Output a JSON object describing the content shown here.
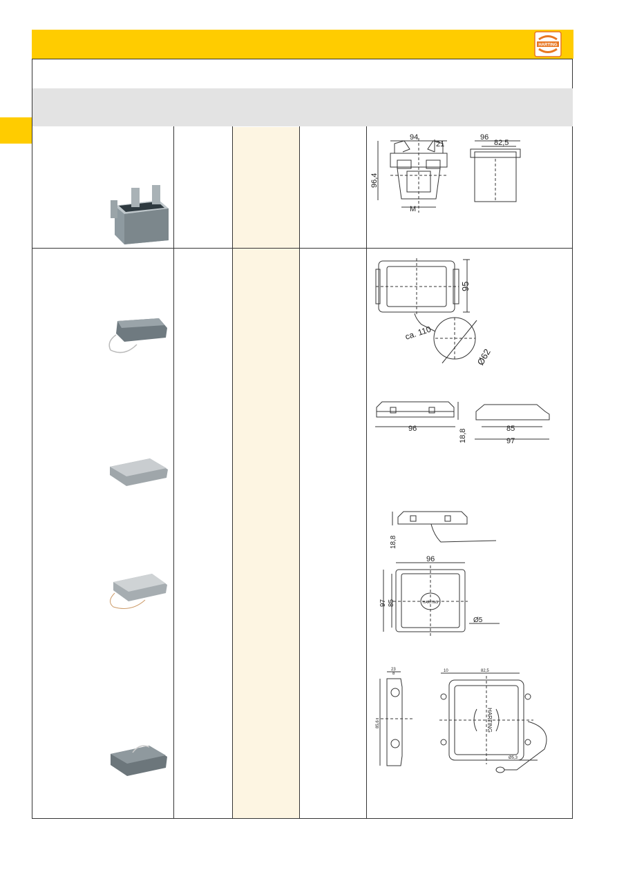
{
  "brand": {
    "name": "HARTING",
    "color_yellow": "#ffcc00",
    "color_cream": "#fdf5e2",
    "color_gray": "#e3e3e3"
  },
  "drawing_1": {
    "front": {
      "width": "94",
      "side": "21",
      "height": "96,4",
      "thread": "M"
    },
    "side": {
      "width": "96",
      "inner": "82,5"
    }
  },
  "drawing_2": {
    "top": {
      "height": "95",
      "cable": "ca. 110",
      "diameter": "Ø62"
    },
    "side_a": {
      "width": "96",
      "height": "18,8"
    },
    "side_b": {
      "inner": "85",
      "width": "97"
    }
  },
  "drawing_3": {
    "side": {
      "height": "18,8"
    },
    "top": {
      "width": "96",
      "height_outer": "97",
      "height_inner": "85",
      "hole": "Ø5"
    },
    "logo": "HARTING"
  },
  "drawing_4": {
    "side": {
      "a": "23",
      "b": "8",
      "height": "85,6"
    },
    "top": {
      "a": "10",
      "b": "82,5",
      "hole": "Ø5,3"
    },
    "logo": "HARTING"
  }
}
